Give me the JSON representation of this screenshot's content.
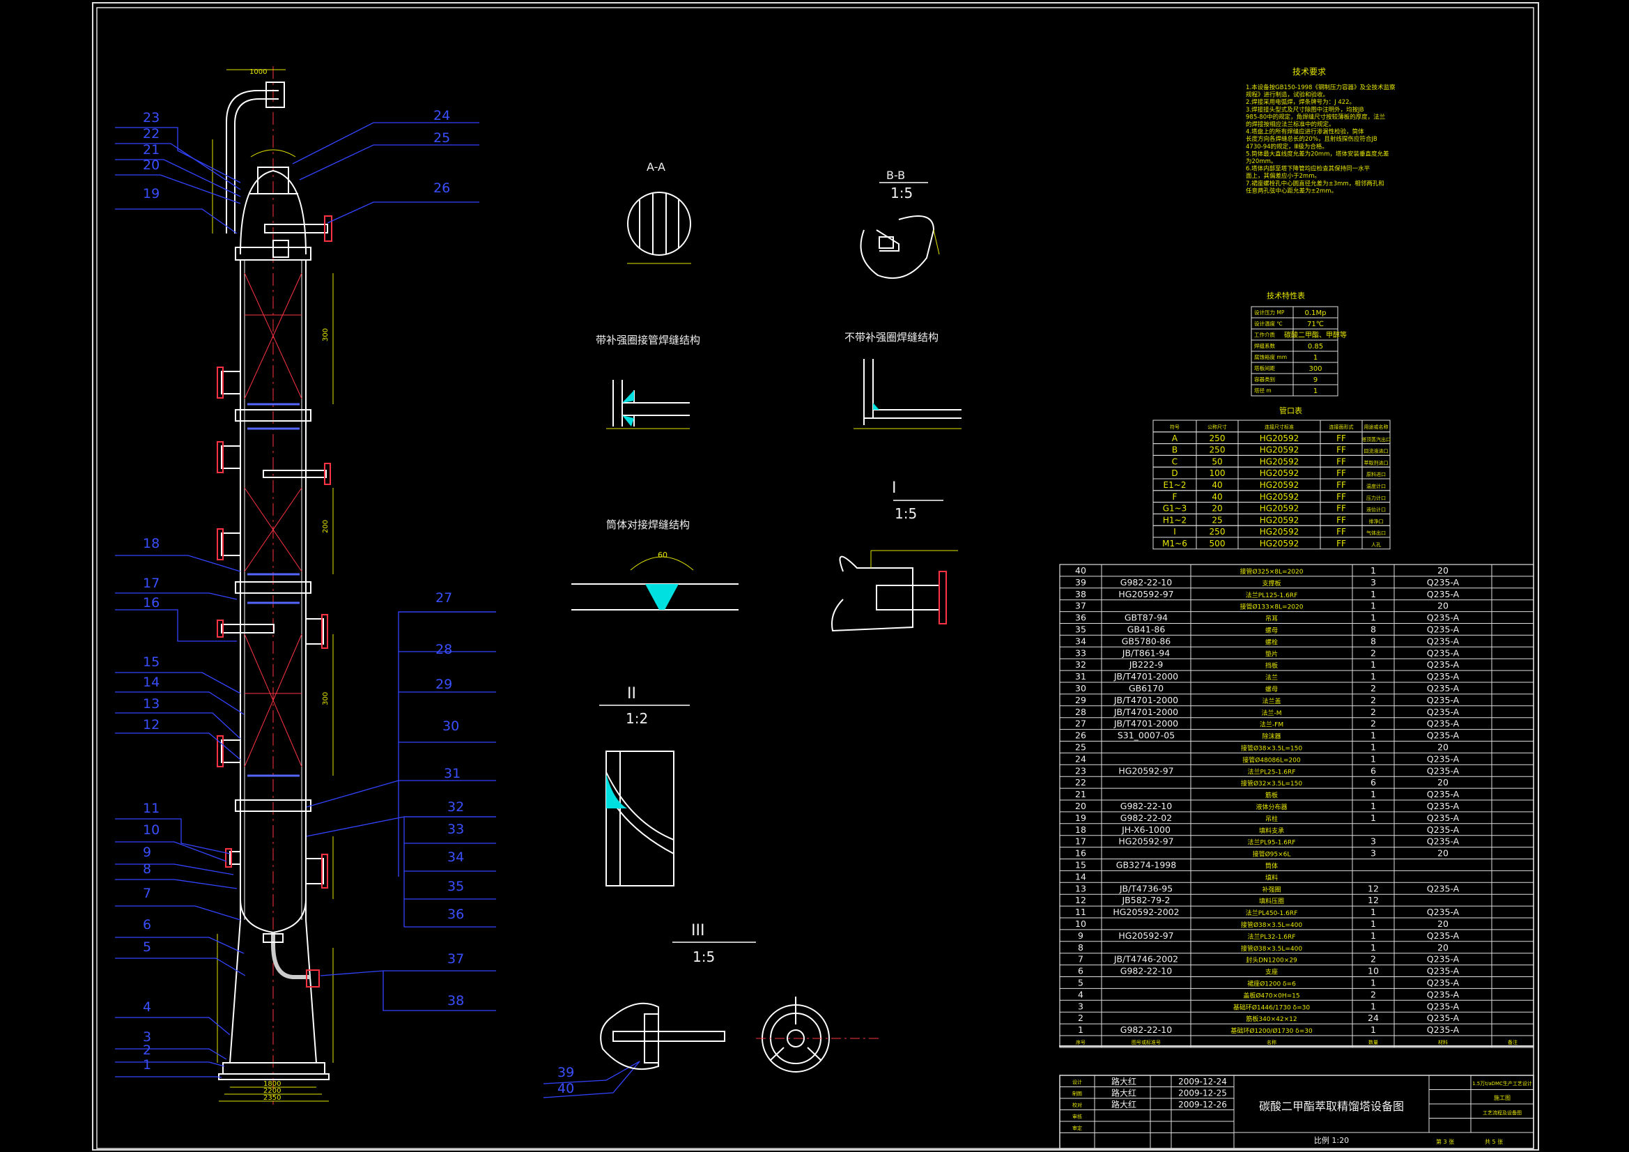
{
  "drawing": {
    "title": "碳酸二甲酯萃取精馏塔设备图",
    "scale": "比例 1:20",
    "sheet": "第 3 张",
    "sheets": "共 5 张",
    "project": "1.5万t/aDMC生产工艺设计",
    "stage": "施工图",
    "dept": "工艺流程及设备图",
    "designer": "路大红",
    "dates": [
      "2009-12-24",
      "2009-12-25",
      "2009-12-26"
    ],
    "sign_rows": [
      "设计",
      "制图",
      "校对",
      "审核",
      "审定"
    ]
  },
  "views": {
    "aa": "A-A",
    "bb": "B-B",
    "bb_scale": "1:5",
    "weld1": "带补强圈接管焊缝结构",
    "weld2": "不带补强圈焊缝结构",
    "weld3": "筒体对接焊缝结构",
    "det1": "I",
    "det1_scale": "1:5",
    "det2": "II",
    "det2_scale": "1:2",
    "det3": "III",
    "det3_scale": "1:5",
    "weld3_angle": "60"
  },
  "tech_req": {
    "title": "技术要求",
    "lines": [
      "1.本设备按GB150-1998《钢制压力容器》及全技术监察",
      "规程》进行制造，试验和验收。",
      "2.焊接采用电弧焊，焊条牌号为：J 422。",
      "3.焊接接头型式及尺寸除图中注明外，均按JB",
      "985-80中的规定，角焊缝尺寸按较薄板的厚度，法兰",
      "的焊接按相应法兰标准中的规定。",
      "4.塔盘上的所有焊缝应进行渗漏性检验，筒体",
      "长度方向各焊缝总长的20%，且射线探伤应符合JB",
      "4730-94的规定，Ⅲ级为合格。",
      "5.筒体最大直线度允差为20mm，塔体安装垂直度允差",
      "为20mm。",
      "6.塔体内部至塔下降管均应检查其保持同一水平",
      "面上，其偏差应小于2mm。",
      "7.裙座螺栓孔中心圆直径允差为±3mm，相邻两孔和",
      "任意两孔弦中心距允差为±2mm。"
    ]
  },
  "tech_char": {
    "title": "技术特性表",
    "rows": [
      [
        "设计压力 MP",
        "0.1Mp"
      ],
      [
        "设计温度 ℃",
        "71℃"
      ],
      [
        "工作介质",
        "碳酸二甲酯、甲醇等"
      ],
      [
        "焊缝系数",
        "0.85"
      ],
      [
        "腐蚀裕度 mm",
        "1"
      ],
      [
        "塔板间距",
        "300"
      ],
      [
        "容器类别",
        "9"
      ],
      [
        "塔径 m",
        "1"
      ]
    ]
  },
  "nozzle_table": {
    "title": "管口表",
    "headers": [
      "符号",
      "公称尺寸",
      "连接尺寸标准",
      "连接面形式",
      "用途或名称"
    ],
    "rows": [
      [
        "A",
        "250",
        "HG20592",
        "FF",
        "塔顶蒸汽出口"
      ],
      [
        "B",
        "250",
        "HG20592",
        "FF",
        "回流液进口"
      ],
      [
        "C",
        "50",
        "HG20592",
        "FF",
        "萃取剂进口"
      ],
      [
        "D",
        "100",
        "HG20592",
        "FF",
        "原料进口"
      ],
      [
        "E1~2",
        "40",
        "HG20592",
        "FF",
        "温度计口"
      ],
      [
        "F",
        "40",
        "HG20592",
        "FF",
        "压力计口"
      ],
      [
        "G1~3",
        "20",
        "HG20592",
        "FF",
        "液位计口"
      ],
      [
        "H1~2",
        "25",
        "HG20592",
        "FF",
        "排净口"
      ],
      [
        "I",
        "250",
        "HG20592",
        "FF",
        "气体出口"
      ],
      [
        "M1~6",
        "500",
        "HG20592",
        "FF",
        "人孔"
      ]
    ]
  },
  "parts": {
    "header": [
      "序号",
      "图号或标准号",
      "名称",
      "数量",
      "材料",
      "备注"
    ],
    "rows": [
      [
        "40",
        "",
        "接管Ø325×8L=2020",
        "1",
        "20"
      ],
      [
        "39",
        "G982-22-10",
        "支撑板",
        "3",
        "Q235-A"
      ],
      [
        "38",
        "HG20592-97",
        "法兰PL125-1.6RF",
        "1",
        "Q235-A"
      ],
      [
        "37",
        "",
        "接管Ø133×8L=2020",
        "1",
        "20"
      ],
      [
        "36",
        "GBT87-94",
        "吊耳",
        "1",
        "Q235-A"
      ],
      [
        "35",
        "GB41-86",
        "螺母",
        "8",
        "Q235-A"
      ],
      [
        "34",
        "GB5780-86",
        "螺栓",
        "8",
        "Q235-A"
      ],
      [
        "33",
        "JB/T861-94",
        "垫片",
        "2",
        "Q235-A"
      ],
      [
        "32",
        "JB222-9",
        "挡板",
        "1",
        "Q235-A"
      ],
      [
        "31",
        "JB/T4701-2000",
        "法兰",
        "1",
        "Q235-A"
      ],
      [
        "30",
        "GB6170",
        "螺母",
        "2",
        "Q235-A"
      ],
      [
        "29",
        "JB/T4701-2000",
        "法兰盖",
        "2",
        "Q235-A"
      ],
      [
        "28",
        "JB/T4701-2000",
        "法兰-M",
        "2",
        "Q235-A"
      ],
      [
        "27",
        "JB/T4701-2000",
        "法兰-FM",
        "2",
        "Q235-A"
      ],
      [
        "26",
        "S31_0007-05",
        "除沫器",
        "1",
        "Q235-A"
      ],
      [
        "25",
        "",
        "接管Ø38×3.5L=150",
        "1",
        "20"
      ],
      [
        "24",
        "",
        "接管Ø48086L=200",
        "1",
        "Q235-A"
      ],
      [
        "23",
        "HG20592-97",
        "法兰PL25-1.6RF",
        "6",
        "Q235-A"
      ],
      [
        "22",
        "",
        "接管Ø32×3.5L=150",
        "6",
        "20"
      ],
      [
        "21",
        "",
        "筋板",
        "1",
        "Q235-A"
      ],
      [
        "20",
        "G982-22-10",
        "液体分布器",
        "1",
        "Q235-A"
      ],
      [
        "19",
        "G982-22-02",
        "吊柱",
        "1",
        "Q235-A"
      ],
      [
        "18",
        "JH-X6-1000",
        "填料支承",
        "",
        "Q235-A"
      ],
      [
        "17",
        "HG20592-97",
        "法兰PL95-1.6RF",
        "3",
        "Q235-A"
      ],
      [
        "16",
        "",
        "接管Ø95×6L",
        "3",
        "20"
      ],
      [
        "15",
        "GB3274-1998",
        "筒体",
        "",
        ""
      ],
      [
        "14",
        "",
        "填料",
        "",
        ""
      ],
      [
        "13",
        "JB/T4736-95",
        "补强圈",
        "12",
        "Q235-A"
      ],
      [
        "12",
        "JB582-79-2",
        "填料压圈",
        "12",
        ""
      ],
      [
        "11",
        "HG20592-2002",
        "法兰PL450-1.6RF",
        "1",
        "Q235-A"
      ],
      [
        "10",
        "",
        "接管Ø38×3.5L=400",
        "1",
        "20"
      ],
      [
        "9",
        "HG20592-97",
        "法兰PL32-1.6RF",
        "1",
        "Q235-A"
      ],
      [
        "8",
        "",
        "接管Ø38×3.5L=400",
        "1",
        "20"
      ],
      [
        "7",
        "JB/T4746-2002",
        "封头DN1200×29",
        "2",
        "Q235-A"
      ],
      [
        "6",
        "G982-22-10",
        "支座",
        "10",
        "Q235-A"
      ],
      [
        "5",
        "",
        "裙座Ø1200 δ=6",
        "1",
        "Q235-A"
      ],
      [
        "4",
        "",
        "盖板Ø470×0H=15",
        "2",
        "Q235-A"
      ],
      [
        "3",
        "",
        "基础环Ø1446/1730 δ=30",
        "1",
        "Q235-A"
      ],
      [
        "2",
        "",
        "筋板340×42×12",
        "24",
        "Q235-A"
      ],
      [
        "1",
        "G982-22-10",
        "基础环Ø1200/Ø1730 δ=30",
        "1",
        "Q235-A"
      ]
    ]
  },
  "balloons": {
    "left": [
      "23",
      "22",
      "21",
      "20",
      "19",
      "18",
      "17",
      "16",
      "15",
      "14",
      "13",
      "12",
      "11",
      "10",
      "9",
      "8",
      "7",
      "6",
      "5",
      "4",
      "3",
      "2",
      "1"
    ],
    "right_top": [
      "24",
      "25",
      "26"
    ],
    "right": [
      "27",
      "28",
      "29",
      "30",
      "31",
      "32",
      "33",
      "34",
      "35",
      "36",
      "37",
      "38"
    ],
    "bottom": [
      "39",
      "40"
    ]
  },
  "dims": {
    "top_width": "1000",
    "base1": "1800",
    "base2": "2200",
    "base3": "2350",
    "pack1": "300",
    "pack2": "200",
    "pack3": "300"
  }
}
